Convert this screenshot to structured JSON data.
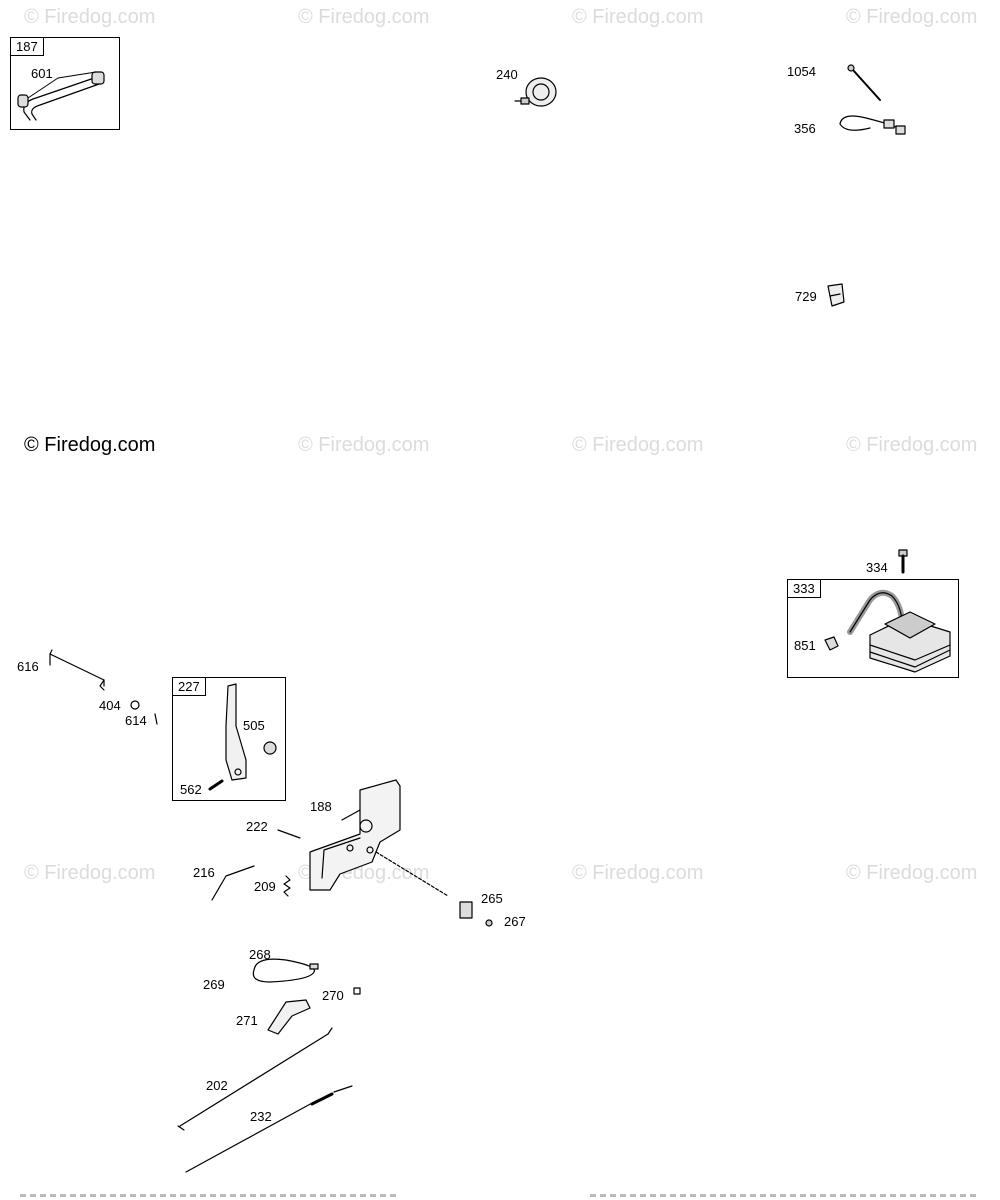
{
  "watermark": "© Firedog.com",
  "watermark_main": "© Firedog.com",
  "boxes": {
    "b187": "187",
    "b227": "227",
    "b333": "333"
  },
  "labels": {
    "p601": "601",
    "p240": "240",
    "p1054": "1054",
    "p356": "356",
    "p729": "729",
    "p334": "334",
    "p851": "851",
    "p616": "616",
    "p404": "404",
    "p614": "614",
    "p505": "505",
    "p562": "562",
    "p188": "188",
    "p222": "222",
    "p216": "216",
    "p209": "209",
    "p265": "265",
    "p267": "267",
    "p268": "268",
    "p269": "269",
    "p270": "270",
    "p271": "271",
    "p202": "202",
    "p232": "232"
  }
}
